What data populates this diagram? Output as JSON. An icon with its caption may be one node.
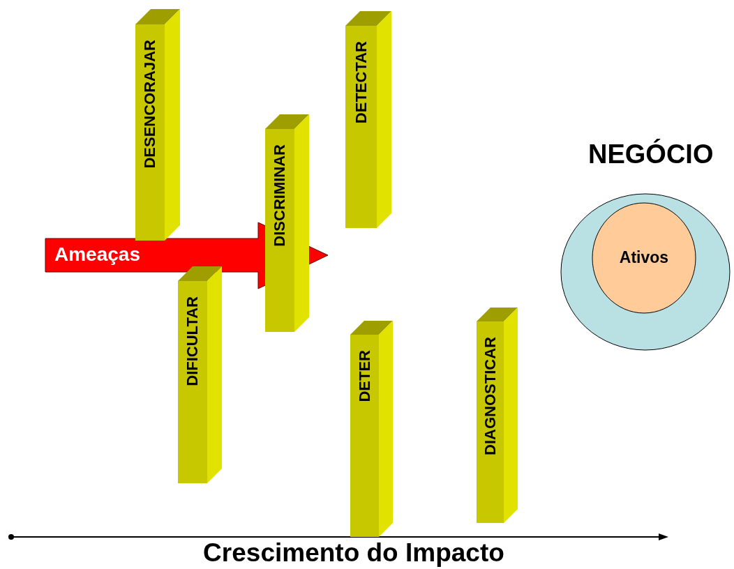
{
  "diagram": {
    "nodes": [
      {
        "text": [
          "DESENCORAJAR"
        ]
      },
      {
        "text": [
          "DETECTAR"
        ]
      },
      {
        "text": [
          "DISCRIMINAR"
        ]
      },
      {
        "text": [
          "Ameaças"
        ]
      },
      {
        "text": [
          "DIFICULTAR"
        ]
      },
      {
        "text": [
          "DETER"
        ]
      },
      {
        "text": [
          "DIAGNOSTICAR"
        ]
      },
      {
        "text": [
          "NEGÓCIO"
        ]
      },
      {
        "text": [
          "Ativos"
        ],
        "in": 7
      }
    ],
    "labels": [
      "Crescimento do Impacto"
    ]
  }
}
